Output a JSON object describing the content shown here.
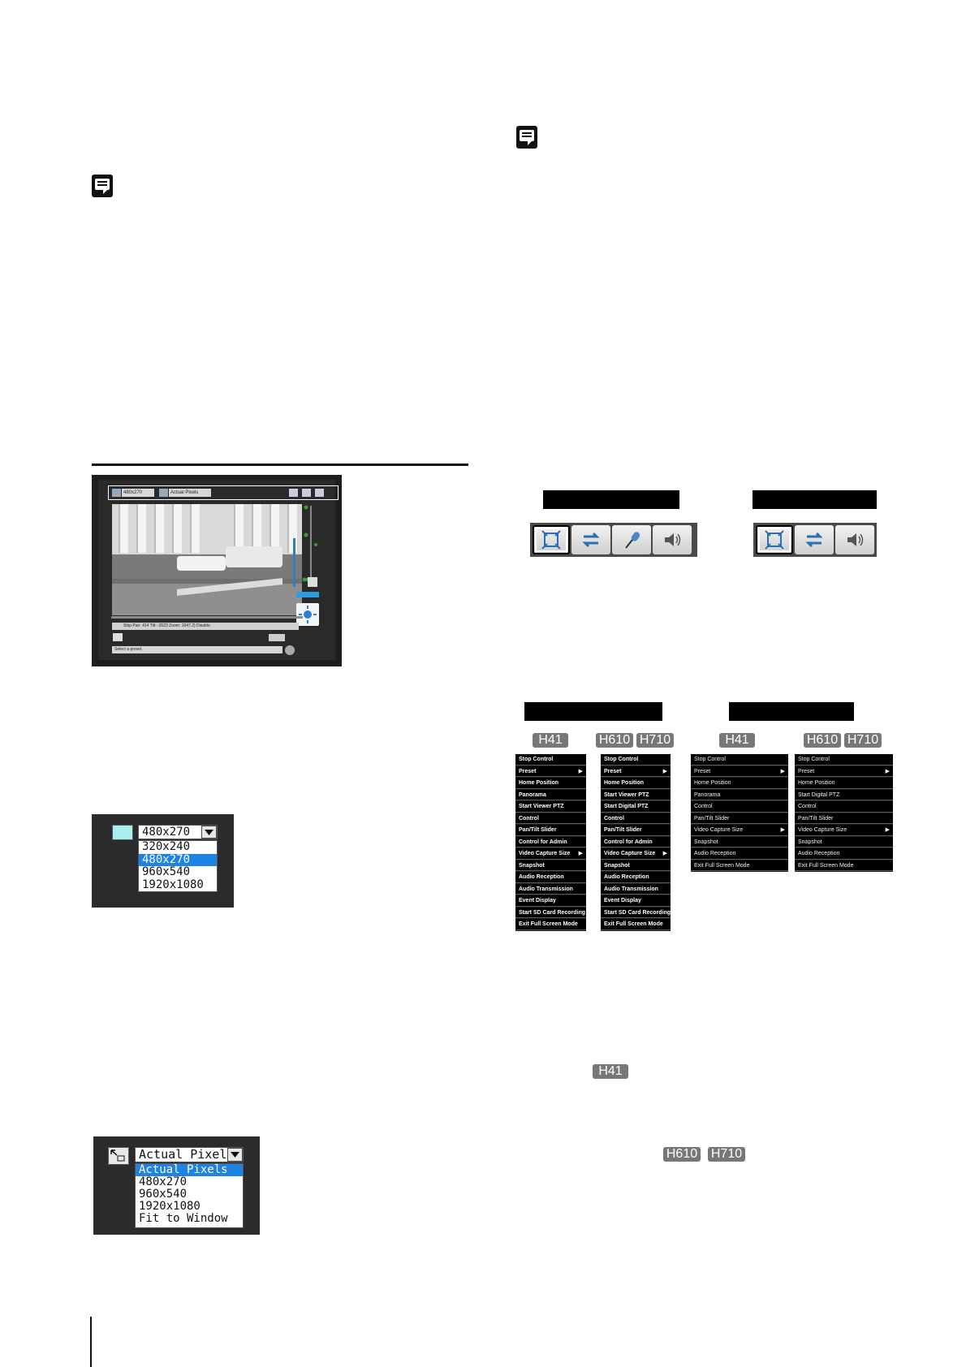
{
  "viewer": {
    "capture_size_value": "480x270",
    "display_size_value": "Actual Pixels",
    "info_text": "Ship Pan: 414 Tilt: -2623 Zoom: 1647.2) Disable",
    "preset_placeholder": "Select a preset."
  },
  "capture_dropdown": {
    "selected": "480x270",
    "options": [
      "320x240",
      "480x270",
      "960x540",
      "1920x1080"
    ],
    "highlighted": "480x270"
  },
  "display_dropdown": {
    "selected": "Actual Pixels",
    "options": [
      "Actual Pixels",
      "480x270",
      "960x540",
      "1920x1080",
      "Fit to Window"
    ],
    "highlighted": "Actual Pixels"
  },
  "badges": {
    "h41": "H41",
    "h610": "H610",
    "h710": "H710"
  },
  "menus": {
    "admin_h41": [
      "Stop Control",
      "Preset",
      "Home Position",
      "Panorama",
      "Start Viewer PTZ",
      "Control",
      "Pan/Tilt Slider",
      "Control for Admin",
      "Video Capture Size",
      "Snapshot",
      "Audio Reception",
      "Audio Transmission",
      "Event Display",
      "Start SD Card Recording",
      "Exit Full Screen Mode"
    ],
    "admin_h610_h710": [
      "Stop Control",
      "Preset",
      "Home Position",
      "Start Viewer PTZ",
      "Start Digital PTZ",
      "Control",
      "Pan/Tilt Slider",
      "Control for Admin",
      "Video Capture Size",
      "Snapshot",
      "Audio Reception",
      "Audio Transmission",
      "Event Display",
      "Start SD Card Recording",
      "Exit Full Screen Mode"
    ],
    "viewer_h41": [
      "Stop Control",
      "Preset",
      "Home Position",
      "Panorama",
      "Control",
      "Pan/Tilt Slider",
      "Video Capture Size",
      "Snapshot",
      "Audio Reception",
      "Exit Full Screen Mode"
    ],
    "viewer_h610_h710": [
      "Stop Control",
      "Preset",
      "Home Position",
      "Start Digital PTZ",
      "Control",
      "Pan/Tilt Slider",
      "Video Capture Size",
      "Snapshot",
      "Audio Reception",
      "Exit Full Screen Mode"
    ]
  },
  "submenu_marker": "▶",
  "colors": {
    "badge": "#777777",
    "highlight": "#1f83e6",
    "menu_bg": "#000000"
  }
}
